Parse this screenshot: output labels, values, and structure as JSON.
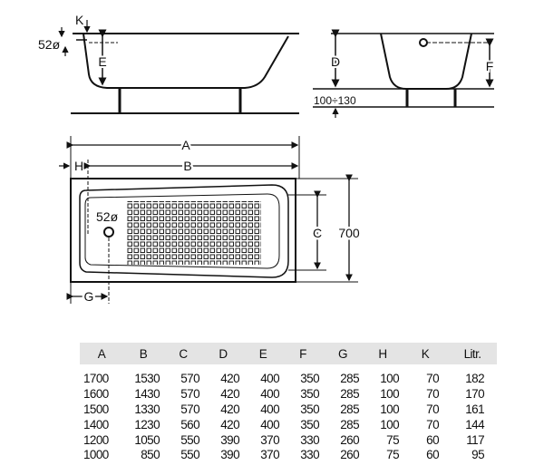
{
  "drawing": {
    "side_view": {
      "label_k": "K",
      "label_drain": "52ø",
      "label_e": "E"
    },
    "end_view": {
      "label_d": "D",
      "label_f": "F",
      "label_legs": "100÷130"
    },
    "plan_view": {
      "label_a": "A",
      "label_b": "B",
      "label_h": "H",
      "label_c": "C",
      "label_width": "700",
      "label_g": "G",
      "label_drain": "52ø"
    }
  },
  "table": {
    "headers": [
      "A",
      "B",
      "C",
      "D",
      "E",
      "F",
      "G",
      "H",
      "K",
      "Litr."
    ],
    "rows": [
      [
        "1700",
        "1530",
        "570",
        "420",
        "400",
        "350",
        "285",
        "100",
        "70",
        "182"
      ],
      [
        "1600",
        "1430",
        "570",
        "420",
        "400",
        "350",
        "285",
        "100",
        "70",
        "170"
      ],
      [
        "1500",
        "1330",
        "570",
        "420",
        "400",
        "350",
        "285",
        "100",
        "70",
        "161"
      ],
      [
        "1400",
        "1230",
        "560",
        "420",
        "400",
        "350",
        "285",
        "100",
        "70",
        "144"
      ],
      [
        "1200",
        "1050",
        "550",
        "390",
        "370",
        "330",
        "260",
        "75",
        "60",
        "117"
      ],
      [
        "1000",
        "850",
        "550",
        "390",
        "370",
        "330",
        "260",
        "75",
        "60",
        "95"
      ]
    ]
  }
}
